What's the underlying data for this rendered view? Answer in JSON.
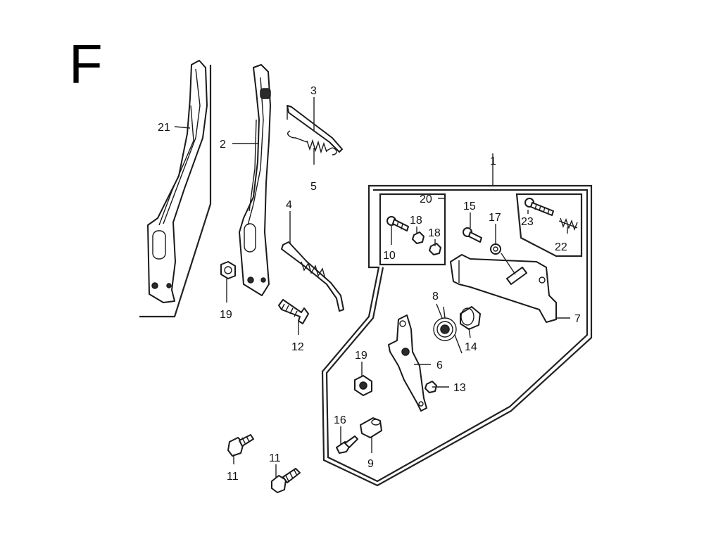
{
  "section_letter": "F",
  "callouts": {
    "c1": "1",
    "c2": "2",
    "c3": "3",
    "c4": "4",
    "c5": "5",
    "c6": "6",
    "c7": "7",
    "c8": "8",
    "c9": "9",
    "c10": "10",
    "c11a": "11",
    "c11b": "11",
    "c12": "12",
    "c13": "13",
    "c14": "14",
    "c15": "15",
    "c16": "16",
    "c17": "17",
    "c18a": "18",
    "c18b": "18",
    "c19a": "19",
    "c19b": "19",
    "c20": "20",
    "c21": "21",
    "c22": "22",
    "c23": "23"
  }
}
